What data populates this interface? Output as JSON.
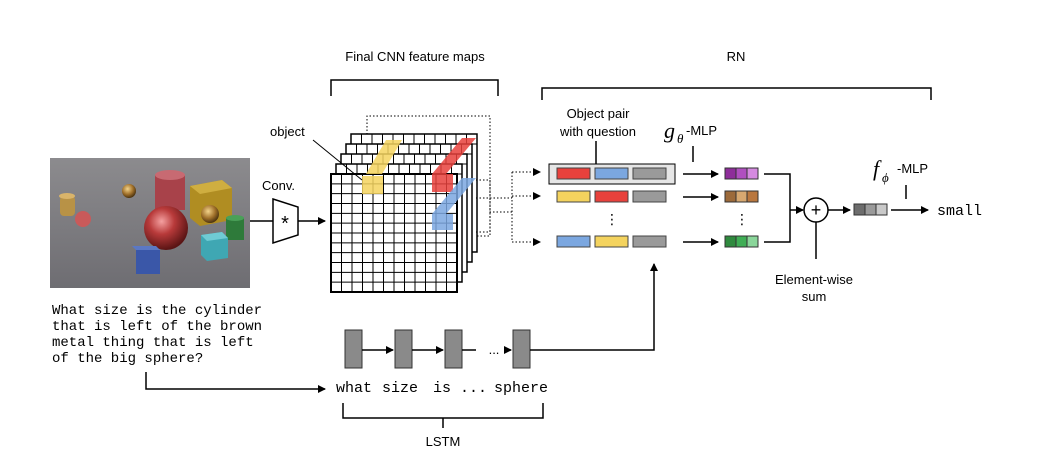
{
  "labels": {
    "cnn_title": "Final CNN feature maps",
    "rn_title": "RN",
    "object": "object",
    "conv": "Conv.",
    "conv_symbol": "*",
    "pair_line1": "Object pair",
    "pair_line2": "with question",
    "g_sym": "g",
    "g_sub": "θ",
    "g_suffix": "-MLP",
    "f_sym": "f",
    "f_sub": "ϕ",
    "f_suffix": "-MLP",
    "output": "small",
    "sum_line1": "Element-wise",
    "sum_line2": "sum",
    "lstm": "LSTM",
    "ellipsis_lstm": "...",
    "vdots": "⋮",
    "plus": "+"
  },
  "question": [
    "What size is the cylinder",
    "that is left of the brown",
    "metal thing that is left",
    "of the big sphere?"
  ],
  "lstm_words": [
    "what",
    "size",
    "is ... ",
    "sphere"
  ],
  "pair_rows": [
    [
      "#e8413c",
      "#7ba7e0",
      "#9a9a9a"
    ],
    [
      "#f4d35e",
      "#e8413c",
      "#9a9a9a"
    ],
    [
      "#7ba7e0",
      "#f4d35e",
      "#9a9a9a"
    ]
  ],
  "g_outputs": [
    [
      "#8e2d9a",
      "#b04fc0",
      "#d58ae0"
    ],
    [
      "#9c6a3a",
      "#d7a870",
      "#b9773e"
    ],
    [
      "#2f8a3e",
      "#3fae55",
      "#8ad69a"
    ]
  ],
  "f_input": [
    "#6d6d6d",
    "#9a9a9a",
    "#c9c9c9"
  ],
  "colors": {
    "highlight_yellow": "#f4d35e",
    "highlight_red": "#e8413c",
    "highlight_blue": "#7ba7e0",
    "lstm_cell": "#8a8a8a"
  }
}
